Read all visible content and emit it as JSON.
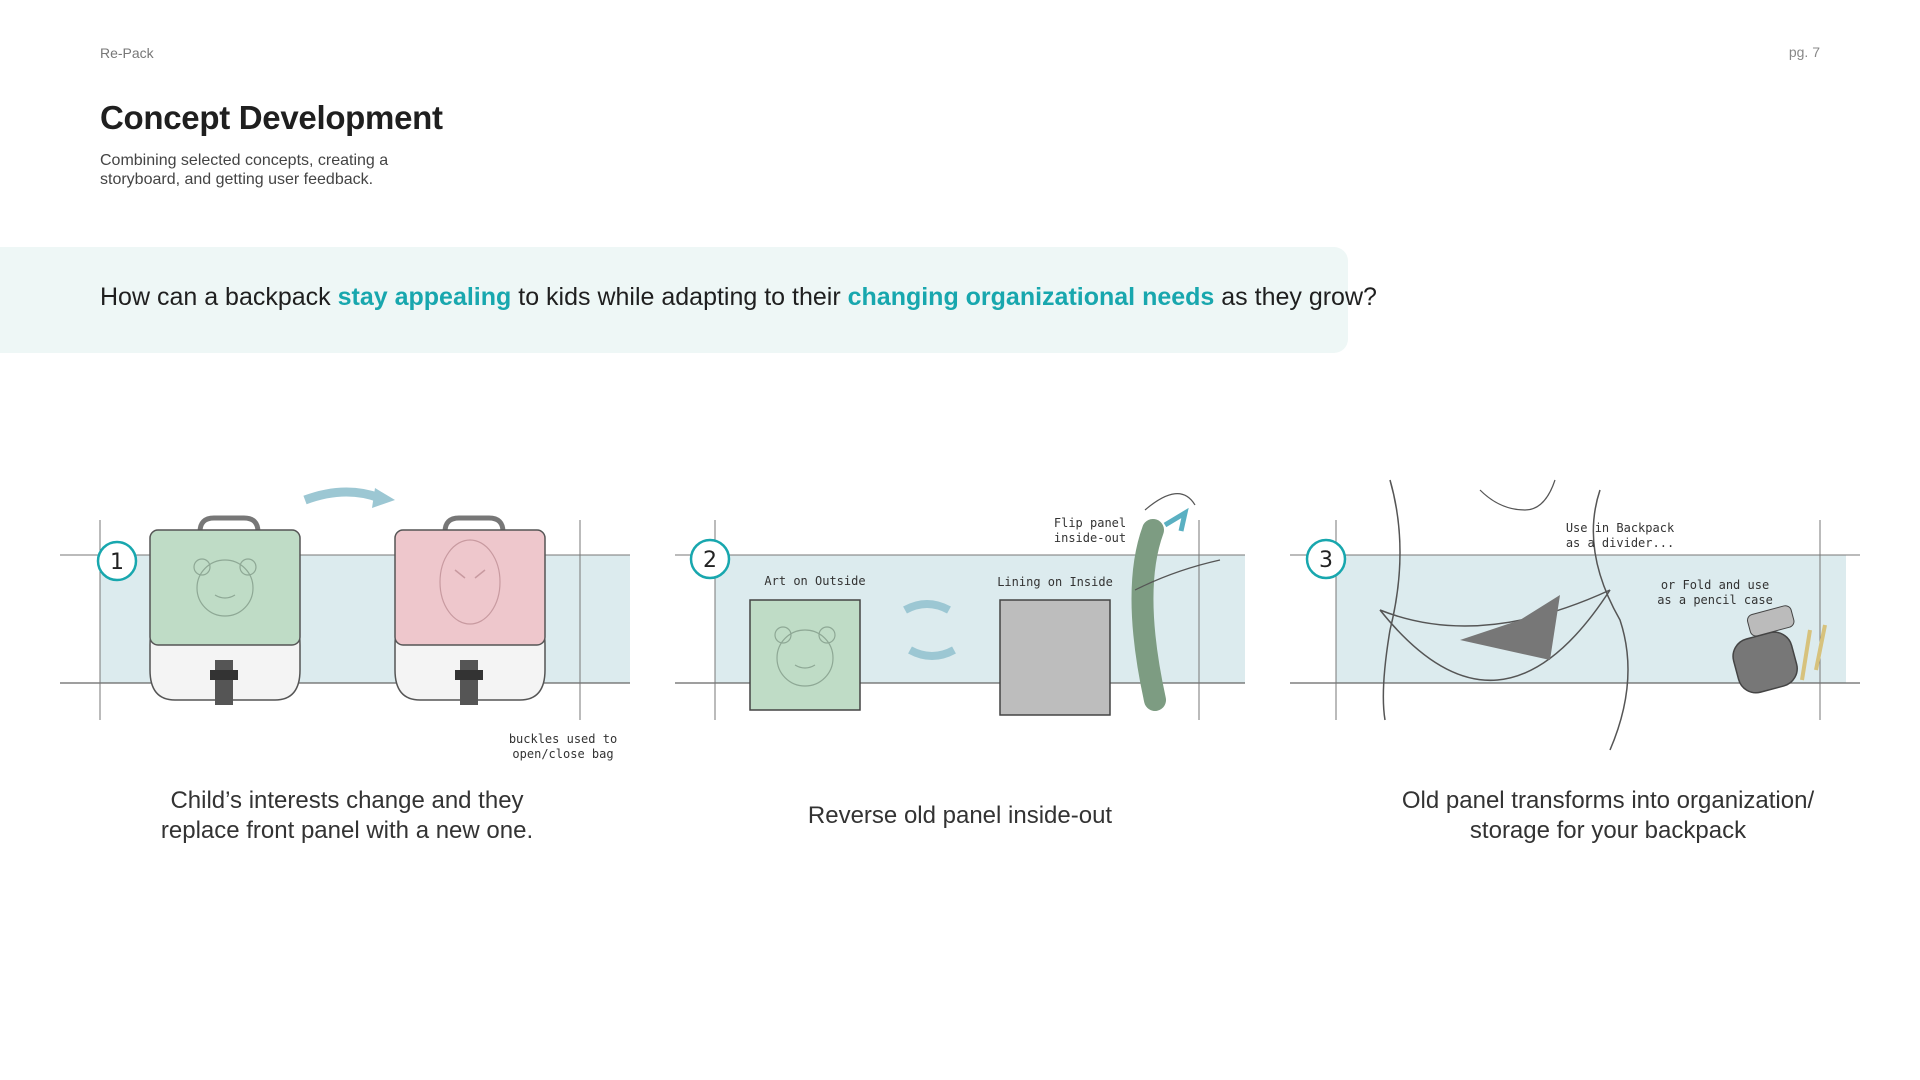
{
  "header": {
    "project": "Re-Pack",
    "page": "pg. 7"
  },
  "title": "Concept Development",
  "subtitle": "Combining selected concepts, creating a storyboard, and getting user feedback.",
  "question": {
    "p1": "How can a backpack ",
    "h1": "stay appealing",
    "p2": " to kids while adapting to their ",
    "h2": "changing organizational needs",
    "p3": " as they grow?"
  },
  "steps": [
    {
      "number": "1",
      "notes": [
        "buckles used to",
        "open/close bag"
      ],
      "caption_line1": "Child’s interests change and they",
      "caption_line2": "replace front panel with a new one."
    },
    {
      "number": "2",
      "notes": [
        "Art on Outside",
        "Lining on Inside",
        "Flip panel",
        "inside-out"
      ],
      "caption_line1": "Reverse old panel inside-out",
      "caption_line2": ""
    },
    {
      "number": "3",
      "notes": [
        "Use in Backpack",
        "as a divider...",
        "or Fold and use",
        "as a pencil case"
      ],
      "caption_line1": "Old panel transforms into organization/",
      "caption_line2": "storage for your backpack"
    }
  ],
  "colors": {
    "accent": "#18a7ae",
    "band": "#dcebee",
    "green_panel": "#bfdcc6",
    "pink_panel": "#eec7cc"
  }
}
